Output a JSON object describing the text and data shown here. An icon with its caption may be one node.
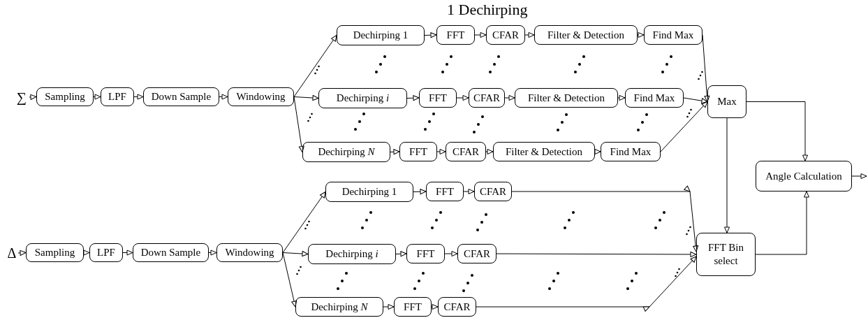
{
  "diagram": {
    "nodes": [
      {
        "text": [
          "∑"
        ]
      },
      {
        "text": [
          "Sampling"
        ]
      },
      {
        "text": [
          "LPF"
        ]
      },
      {
        "text": [
          "Down Sample"
        ]
      },
      {
        "text": [
          "Windowing"
        ]
      },
      {
        "text": [
          "Dechirping 1"
        ]
      },
      {
        "text": [
          "FFT"
        ]
      },
      {
        "text": [
          "CFAR"
        ]
      },
      {
        "text": [
          "Filter & Detection"
        ]
      },
      {
        "text": [
          "Find Max"
        ]
      },
      {
        "text": [
          "Dechirping *i*"
        ]
      },
      {
        "text": [
          "FFT"
        ]
      },
      {
        "text": [
          "CFAR"
        ]
      },
      {
        "text": [
          "Filter & Detection"
        ]
      },
      {
        "text": [
          "Find Max"
        ]
      },
      {
        "text": [
          "Dechirping *N*"
        ]
      },
      {
        "text": [
          "FFT"
        ]
      },
      {
        "text": [
          "CFAR"
        ]
      },
      {
        "text": [
          "Filter & Detection"
        ]
      },
      {
        "text": [
          "Find Max"
        ]
      },
      {
        "text": [
          "Max"
        ]
      },
      {
        "text": [
          "Δ"
        ]
      },
      {
        "text": [
          "Sampling"
        ]
      },
      {
        "text": [
          "LPF"
        ]
      },
      {
        "text": [
          "Down Sample"
        ]
      },
      {
        "text": [
          "Windowing"
        ]
      },
      {
        "text": [
          "Dechirping 1"
        ]
      },
      {
        "text": [
          "FFT"
        ]
      },
      {
        "text": [
          "CFAR"
        ]
      },
      {
        "text": [
          "Dechirping *i*"
        ]
      },
      {
        "text": [
          "FFT"
        ]
      },
      {
        "text": [
          "CFAR"
        ]
      },
      {
        "text": [
          "Dechirping *N*"
        ]
      },
      {
        "text": [
          "FFT"
        ]
      },
      {
        "text": [
          "CFAR"
        ]
      },
      {
        "text": [
          "FFT Bin select"
        ]
      },
      {
        "text": [
          "Angle Calculation"
        ]
      }
    ],
    "edges": [
      {
        "from": 0,
        "to": 1,
        "arrow": "to"
      },
      {
        "from": 1,
        "to": 2,
        "arrow": "to"
      },
      {
        "from": 2,
        "to": 3,
        "arrow": "to"
      },
      {
        "from": 3,
        "to": 4,
        "arrow": "to"
      },
      {
        "from": 4,
        "to": 5,
        "arrow": "to"
      },
      {
        "from": 4,
        "to": 10,
        "arrow": "to"
      },
      {
        "from": 4,
        "to": 15,
        "arrow": "to"
      },
      {
        "from": 5,
        "to": 6,
        "arrow": "to"
      },
      {
        "from": 6,
        "to": 7,
        "arrow": "to"
      },
      {
        "from": 7,
        "to": 8,
        "arrow": "to"
      },
      {
        "from": 8,
        "to": 9,
        "arrow": "to"
      },
      {
        "from": 9,
        "to": 20,
        "arrow": "to"
      },
      {
        "from": 10,
        "to": 11,
        "arrow": "to"
      },
      {
        "from": 11,
        "to": 12,
        "arrow": "to"
      },
      {
        "from": 12,
        "to": 13,
        "arrow": "to"
      },
      {
        "from": 13,
        "to": 14,
        "arrow": "to"
      },
      {
        "from": 14,
        "to": 20,
        "arrow": "to"
      },
      {
        "from": 15,
        "to": 16,
        "arrow": "to"
      },
      {
        "from": 16,
        "to": 17,
        "arrow": "to"
      },
      {
        "from": 17,
        "to": 18,
        "arrow": "to"
      },
      {
        "from": 18,
        "to": 19,
        "arrow": "to"
      },
      {
        "from": 19,
        "to": 20,
        "arrow": "to"
      },
      {
        "from": 20,
        "to": 36,
        "arrow": "to"
      },
      {
        "from": 20,
        "to": 35,
        "arrow": "to"
      },
      {
        "from": 21,
        "to": 22,
        "arrow": "to"
      },
      {
        "from": 22,
        "to": 23,
        "arrow": "to"
      },
      {
        "from": 23,
        "to": 24,
        "arrow": "to"
      },
      {
        "from": 24,
        "to": 25,
        "arrow": "to"
      },
      {
        "from": 25,
        "to": 26,
        "arrow": "to"
      },
      {
        "from": 25,
        "to": 29,
        "arrow": "to"
      },
      {
        "from": 25,
        "to": 32,
        "arrow": "to"
      },
      {
        "from": 26,
        "to": 27,
        "arrow": "to"
      },
      {
        "from": 27,
        "to": 28,
        "arrow": "to"
      },
      {
        "from": 28,
        "to": 35,
        "arrow": "to"
      },
      {
        "from": 29,
        "to": 30,
        "arrow": "to"
      },
      {
        "from": 30,
        "to": 31,
        "arrow": "to"
      },
      {
        "from": 31,
        "to": 35,
        "arrow": "to"
      },
      {
        "from": 32,
        "to": 33,
        "arrow": "to"
      },
      {
        "from": 33,
        "to": 34,
        "arrow": "to"
      },
      {
        "from": 34,
        "to": 35,
        "arrow": "to"
      },
      {
        "from": 35,
        "to": 36,
        "arrow": "to"
      },
      {
        "from": 36,
        "to": null,
        "arrow": "to"
      }
    ],
    "labels": [
      "1 Dechirping"
    ]
  }
}
